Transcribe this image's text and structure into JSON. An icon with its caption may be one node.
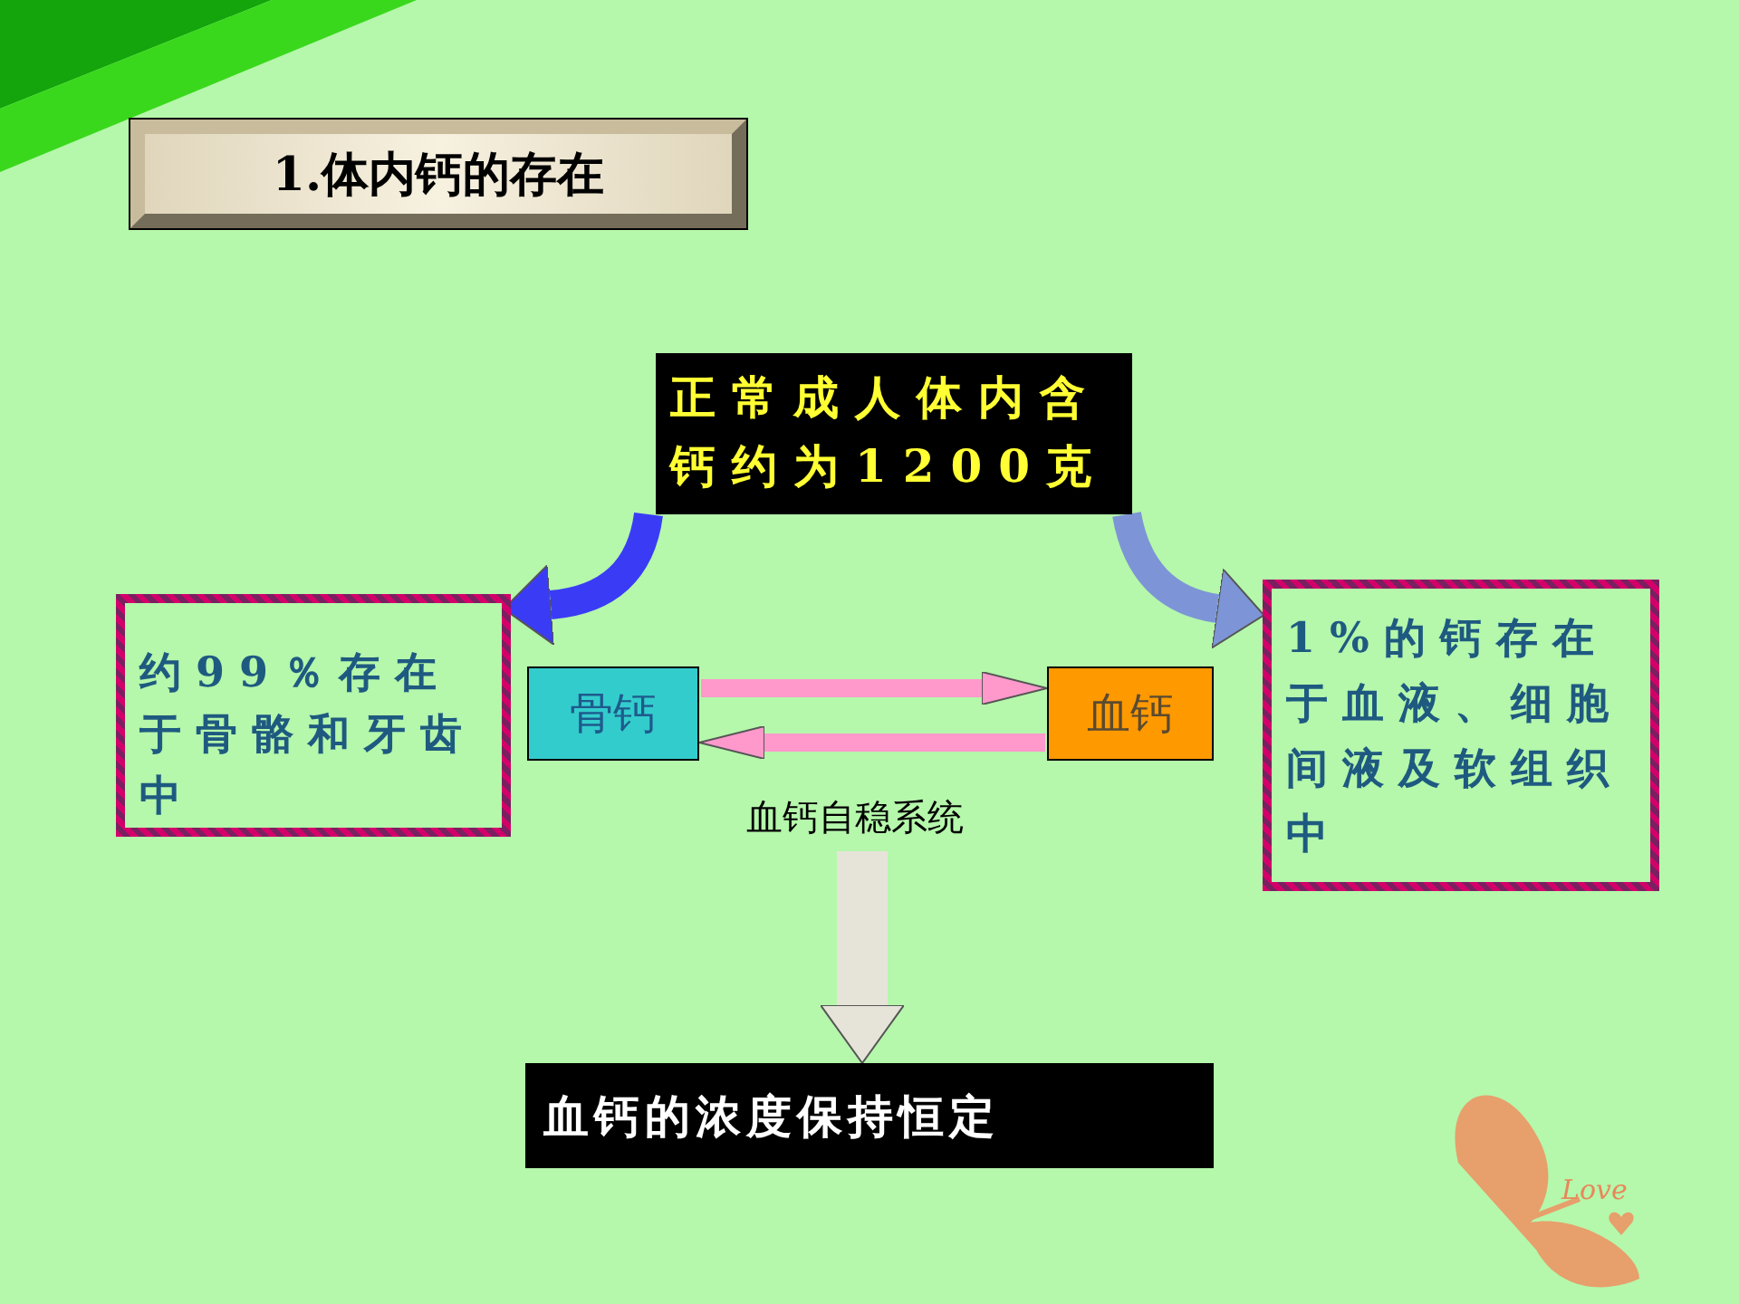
{
  "diagram": {
    "title": "1.体内钙的存在",
    "nodes": [
      {
        "text": [
          "正常成人体内含钙约为1200克"
        ]
      },
      {
        "text": [
          "约99％存在于骨骼和牙齿中"
        ]
      },
      {
        "text": [
          "骨钙"
        ]
      },
      {
        "text": [
          "血钙"
        ]
      },
      {
        "text": [
          "1%的钙存在于血液、细胞间液及软组织中"
        ]
      },
      {
        "text": [
          "血钙自稳系统"
        ]
      },
      {
        "text": [
          "血钙的浓度保持恒定"
        ]
      }
    ],
    "edges": [
      {
        "from": 0,
        "to": 1,
        "arrow": "to",
        "color": "#3a3cf5"
      },
      {
        "from": 0,
        "to": 4,
        "arrow": "to",
        "color": "#7d95d6"
      },
      {
        "from": 2,
        "to": 3,
        "arrow": "to",
        "color": "#ff99cc"
      },
      {
        "from": 3,
        "to": 2,
        "arrow": "to",
        "color": "#ff99cc"
      },
      {
        "from": 5,
        "to": 6,
        "arrow": "to",
        "color": "#e6e4d8"
      }
    ],
    "labels": [
      "Love"
    ]
  }
}
